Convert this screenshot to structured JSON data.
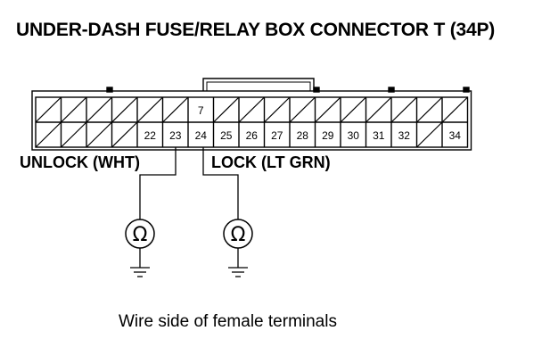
{
  "title": "UNDER-DASH FUSE/RELAY BOX CONNECTOR T (34P)",
  "caption": "Wire side of female terminals",
  "connector": {
    "top_row": [
      "",
      "",
      "",
      "",
      "",
      "",
      "7",
      "",
      "",
      "",
      "",
      "",
      "",
      "",
      "",
      "",
      ""
    ],
    "bottom_row": [
      "",
      "",
      "",
      "",
      "22",
      "23",
      "24",
      "25",
      "26",
      "27",
      "28",
      "29",
      "30",
      "31",
      "32",
      "",
      "34"
    ]
  },
  "wires": {
    "unlock_label": "UNLOCK (WHT)",
    "lock_label": "LOCK (LT GRN)"
  },
  "meters": [
    {
      "symbol": "Ω",
      "icon": "ohmmeter-icon"
    },
    {
      "symbol": "Ω",
      "icon": "ohmmeter-icon"
    }
  ]
}
